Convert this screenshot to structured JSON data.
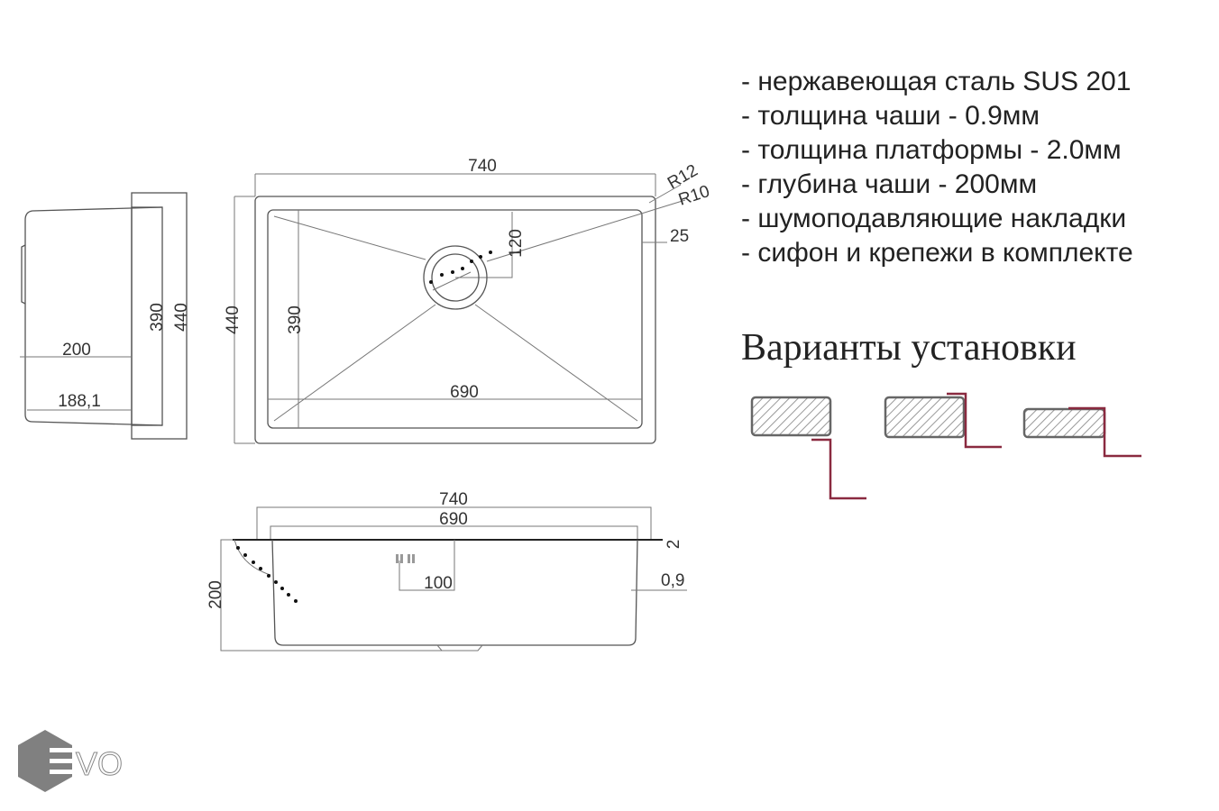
{
  "specs": [
    "- нержавеющая сталь SUS 201",
    "- толщина чаши - 0.9мм",
    "- толщина платформы - 2.0мм",
    "- глубина чаши - 200мм",
    "- шумоподавляющие накладки",
    "- сифон и крепежи в комплекте"
  ],
  "install_heading": "Варианты установки",
  "side_view": {
    "depth": "200",
    "bottom_depth": "188,1",
    "inner_width": "390",
    "outer_width": "440"
  },
  "top_view": {
    "length": "740",
    "width": "440",
    "bowl_width": "390",
    "bowl_length": "690",
    "drain_offset": "120",
    "rim": "25",
    "radius_outer": "R12",
    "radius_inner": "R10"
  },
  "front_view": {
    "length": "740",
    "bowl_length": "690",
    "depth": "200",
    "overflow": "100",
    "platform_thickness": "2",
    "bowl_thickness": "0,9"
  },
  "logo": "EVO",
  "colors": {
    "line": "#555555",
    "accent": "#8a2a40",
    "logo": "#808080"
  }
}
